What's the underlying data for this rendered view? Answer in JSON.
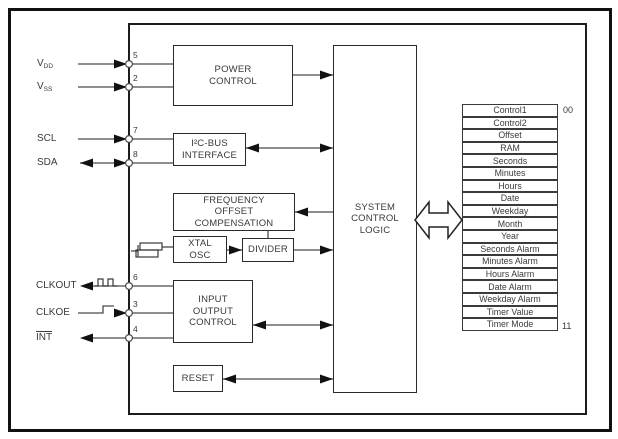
{
  "blocks": {
    "power_control": "POWER\nCONTROL",
    "i2c_interface": "I²C-BUS\nINTERFACE",
    "frequency_offset_compensation": "FREQUENCY\nOFFSET\nCOMPENSATION",
    "xtal_osc": "XTAL\nOSC",
    "divider": "DIVIDER",
    "system_control_logic": "SYSTEM\nCONTROL\nLOGIC",
    "input_output_control": "INPUT\nOUTPUT\nCONTROL",
    "reset": "RESET"
  },
  "labels": {
    "vdd": {
      "main": "V",
      "sub": "DD"
    },
    "vss": {
      "main": "V",
      "sub": "SS"
    },
    "scl": "SCL",
    "sda": "SDA",
    "clkout": "CLKOUT",
    "clkoe": "CLKOE",
    "int": "INT"
  },
  "pin_numbers": {
    "vdd": "5",
    "vss": "2",
    "scl": "7",
    "sda": "8",
    "clkout": "6",
    "clkoe": "3",
    "int": "4"
  },
  "registers": [
    "Control1",
    "Control2",
    "Offset",
    "RAM",
    "Seconds",
    "Minutes",
    "Hours",
    "Date",
    "Weekday",
    "Month",
    "Year",
    "Seconds Alarm",
    "Minutes Alarm",
    "Hours Alarm",
    "Date Alarm",
    "Weekday Alarm",
    "Timer Value",
    "Timer Mode"
  ],
  "addresses": {
    "first": "00",
    "last": "11"
  }
}
